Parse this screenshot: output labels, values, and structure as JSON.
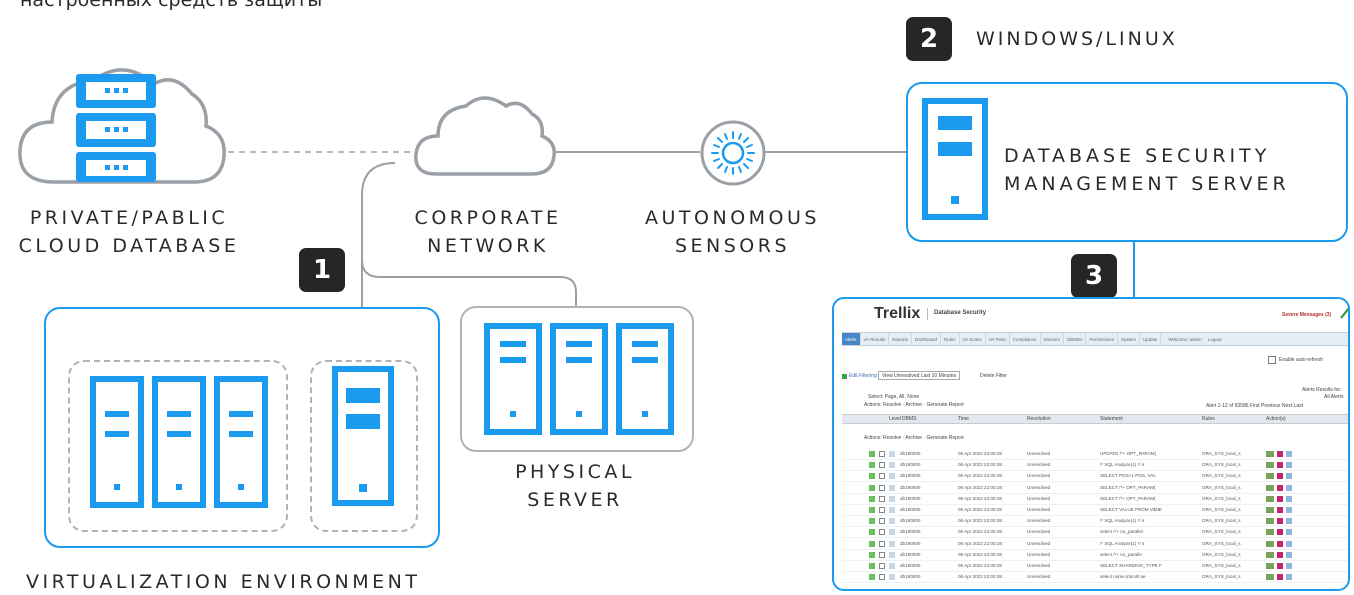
{
  "top_caption": "настроенных средств защиты",
  "labels": {
    "cloud_db_line1": "PRIVATE/PABLIC",
    "cloud_db_line2": "CLOUD DATABASE",
    "corp_line1": "CORPORATE",
    "corp_line2": "NETWORK",
    "sensors_line1": "AUTONOMOUS",
    "sensors_line2": "SENSORS",
    "phys_line1": "PHYSICAL",
    "phys_line2": "SERVER",
    "virt": "VIRTUALIZATION ENVIRONMENT",
    "os": "WINDOWS/LINUX",
    "mgmt_line1": "DATABASE SECURITY",
    "mgmt_line2": "MANAGEMENT SERVER"
  },
  "badges": {
    "b1": "1",
    "b2": "2",
    "b3": "3"
  },
  "colors": {
    "accent": "#1a9bf0",
    "gray": "#9aa0a6",
    "dark": "#2a2a2a"
  },
  "trellix": {
    "logo": "Trellix",
    "product": "Database Security",
    "severe": "Severe Messages (3)",
    "welcome": "Welcome: admin",
    "logout": "Logout",
    "tabs": [
      "Alerts",
      "VA Results",
      "Reports",
      "Dashboard",
      "Rules",
      "VA Scans",
      "VA Tests",
      "Compliance",
      "Sensors",
      "DBMSs",
      "Permissions",
      "System",
      "Update"
    ],
    "auto_refresh": "Enable auto-refresh",
    "edit_filtering": "Edit Filtering",
    "view_select": "View Unresolved Last 10 Minutes",
    "delete_filter": "Delete Filter",
    "select_line": "Select: Page, All, None",
    "actions_line": "Actions: Resolve · Archive · Generate Report",
    "alerts_results": "Alerts Results for:",
    "all_alerts": "All Alerts",
    "paging": "Alert 1-12 of 93586  First Previous Next Last",
    "columns": [
      "Level",
      "DBMS",
      "Time",
      "Resolution",
      "Statement",
      "Rules",
      "Action(s)"
    ],
    "actions_line2": "Actions: Resolve · Archive · Generate Report",
    "rows": [
      [
        "db190000",
        "06 Apr 2022 22:00:28",
        "Unresolved",
        "UPDATE /*+ OPT_PARAM(",
        "ORA_SYS_local_s"
      ],
      [
        "db190000",
        "06 Apr 2022 22:00:28",
        "Unresolved",
        "/* SQL Analyze(1) */ s",
        "ORA_SYS_local_s"
      ],
      [
        "db190000",
        "06 Apr 2022 22:00:28",
        "Unresolved",
        "SELECT POS+1 POS, VAL",
        "ORA_SYS_local_s"
      ],
      [
        "db190000",
        "06 Apr 2022 22:00:28",
        "Unresolved",
        "SELECT /*+ OPT_PARAM(",
        "ORA_SYS_local_s"
      ],
      [
        "db190000",
        "06 Apr 2022 22:00:28",
        "Unresolved",
        "SELECT /*+ OPT_PARAM(",
        "ORA_SYS_local_s"
      ],
      [
        "db190000",
        "06 Apr 2022 22:00:28",
        "Unresolved",
        "SELECT VALUE FROM V$NE",
        "ORA_SYS_local_s"
      ],
      [
        "db190000",
        "06 Apr 2022 22:00:28",
        "Unresolved",
        "/* SQL Analyze(1) */ s",
        "ORA_SYS_local_s"
      ],
      [
        "db190000",
        "06 Apr 2022 22:00:28",
        "Unresolved",
        "select /*+ no_parallel",
        "ORA_SYS_local_s"
      ],
      [
        "db190000",
        "06 Apr 2022 22:00:28",
        "Unresolved",
        "/* SQL Analyze(1) */ s",
        "ORA_SYS_local_s"
      ],
      [
        "db190000",
        "06 Apr 2022 22:00:28",
        "Unresolved",
        "select /*+ no_paralle",
        "ORA_SYS_local_s"
      ],
      [
        "db190000",
        "06 Apr 2022 22:00:28",
        "Unresolved",
        "SELECT SHARDING_TYPE F",
        "ORA_SYS_local_s"
      ],
      [
        "db190000",
        "06 Apr 2022 22:00:28",
        "Unresolved",
        "select name,intcol#,se",
        "ORA_SYS_local_s"
      ]
    ]
  }
}
